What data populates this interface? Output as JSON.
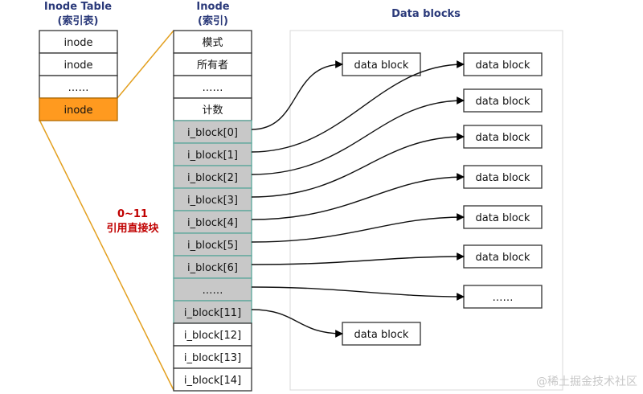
{
  "inode_table": {
    "title": "Inode Table",
    "subtitle": "(索引表)",
    "rows": [
      "inode",
      "inode",
      "……",
      "inode"
    ],
    "highlighted_index": 3,
    "highlight_color": "#ff9a1f"
  },
  "inode": {
    "title": "Inode",
    "subtitle": "(索引)",
    "rows": [
      "模式",
      "所有者",
      "……",
      "计数",
      "i_block[0]",
      "i_block[1]",
      "i_block[2]",
      "i_block[3]",
      "i_block[4]",
      "i_block[5]",
      "i_block[6]",
      "……",
      "i_block[11]",
      "i_block[12]",
      "i_block[13]",
      "i_block[14]"
    ],
    "gray_range": [
      4,
      12
    ],
    "gray_color": "#c8c8c8",
    "gray_border_color": "#5aa69a"
  },
  "annotation": {
    "line1": "0~11",
    "line2": "引用直接块"
  },
  "data_blocks": {
    "title": "Data blocks",
    "left_blocks": [
      "data block",
      "data block"
    ],
    "right_blocks": [
      "data block",
      "data block",
      "data block",
      "data block",
      "data block",
      "data block",
      "……"
    ]
  },
  "connector_color": "#e3a020",
  "watermark": "@稀土掘金技术社区"
}
